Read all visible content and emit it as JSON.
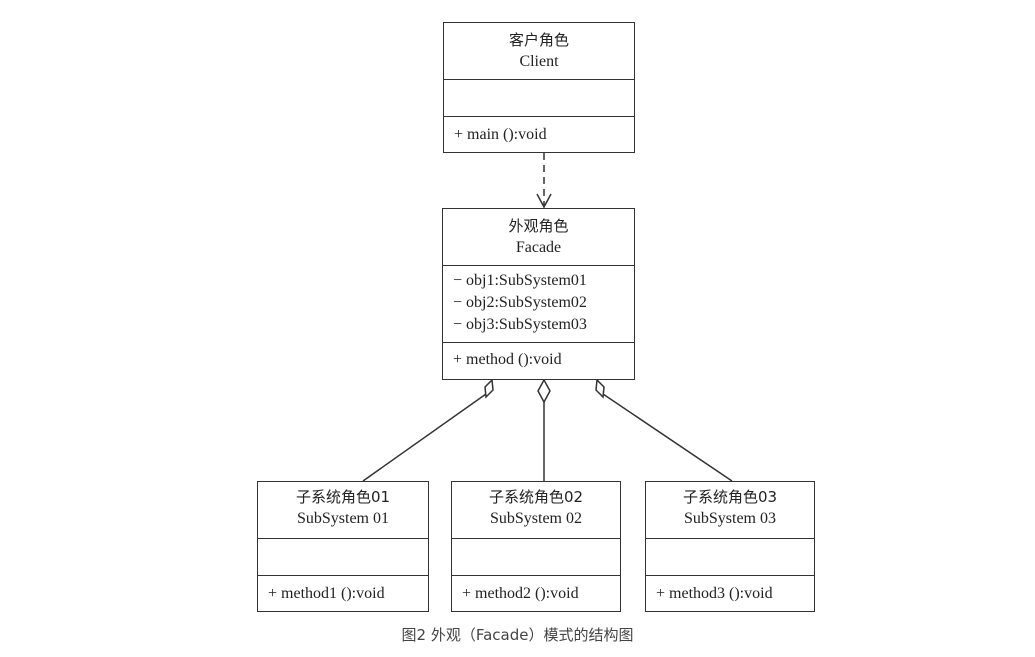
{
  "client": {
    "name_cn": "客户角色",
    "name_en": "Client",
    "operation": "+ main ():void"
  },
  "facade": {
    "name_cn": "外观角色",
    "name_en": "Facade",
    "attributes": [
      "− obj1:SubSystem01",
      "− obj2:SubSystem02",
      "− obj3:SubSystem03"
    ],
    "operation": "+ method ():void"
  },
  "subsystems": [
    {
      "name_cn": "子系统角色01",
      "name_en": "SubSystem 01",
      "operation": "+ method1 ():void"
    },
    {
      "name_cn": "子系统角色02",
      "name_en": "SubSystem 02",
      "operation": "+ method2 ():void"
    },
    {
      "name_cn": "子系统角色03",
      "name_en": "SubSystem 03",
      "operation": "+ method3 ():void"
    }
  ],
  "caption": "图2 外观（Facade）模式的结构图"
}
